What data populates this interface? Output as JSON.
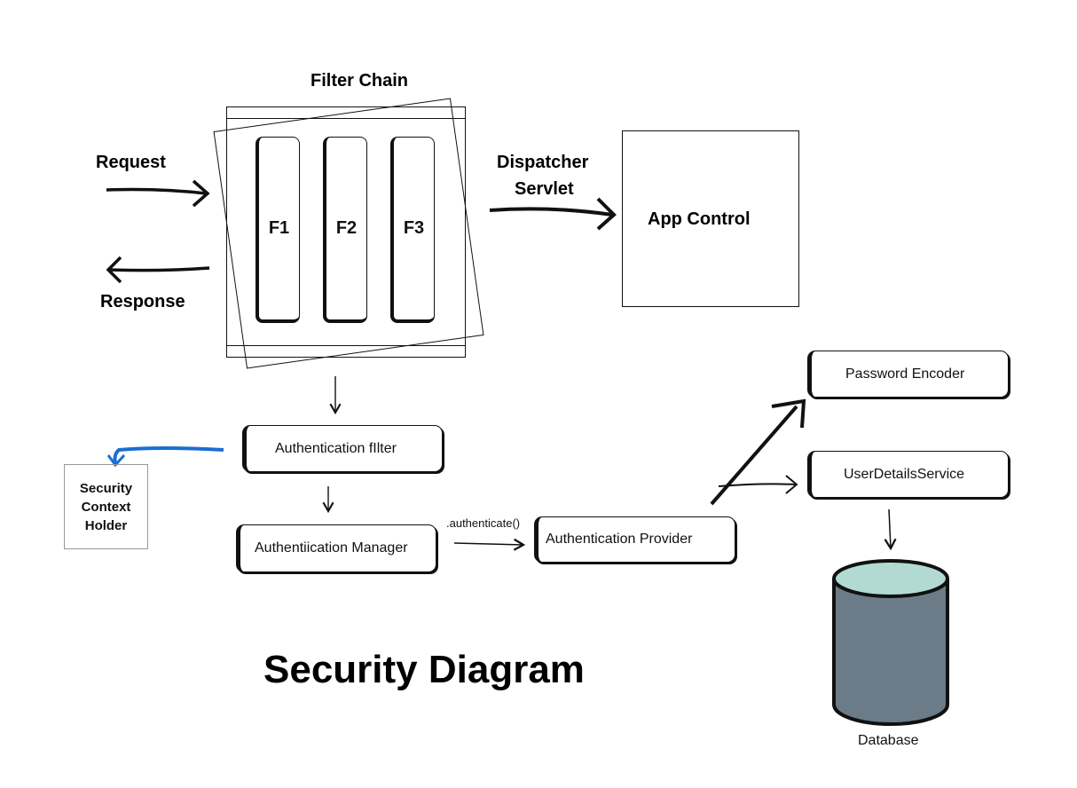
{
  "title": "Security Diagram",
  "filter_chain": {
    "label": "Filter Chain",
    "filters": [
      "F1",
      "F2",
      "F3"
    ]
  },
  "request_label": "Request",
  "response_label": "Response",
  "dispatcher_label": [
    "Dispatcher",
    "Servlet"
  ],
  "app_control_label": "App Control",
  "security_context_label": [
    "Security",
    "Context",
    "Holder"
  ],
  "authentication_filter_label": "Authentication fIlter",
  "authentication_manager_label": "Authentiication Manager",
  "authenticate_call_label": ".authenticate()",
  "authentication_provider_label": "Authentication Provider",
  "password_encoder_label": "Password Encoder",
  "user_details_service_label": "UserDetailsService",
  "database_label": "Database",
  "colors": {
    "stroke": "#111111",
    "blue_arrow": "#1a6fd1",
    "db_body": "#6b7c88",
    "db_top": "#b2dad3"
  }
}
